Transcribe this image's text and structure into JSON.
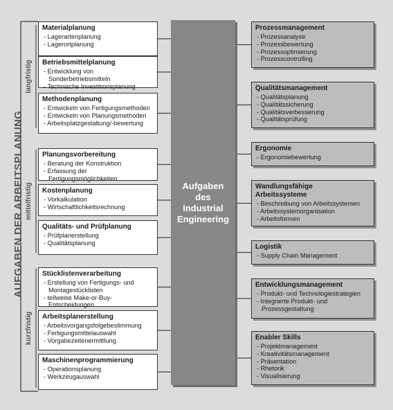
{
  "title": "AUFGABEN DER ARBEITSPLANUNG",
  "periods": {
    "lang": "langfristig",
    "mittel": "mittelfristig",
    "kurz": "kurzfristig"
  },
  "center": "Aufgaben\ndes\nIndustrial\nEngineering",
  "left": [
    {
      "title": "Materialplanung",
      "items": [
        "Lagerartenplanung",
        "Lagerortplanung"
      ]
    },
    {
      "title": "Betriebsmittelplanung",
      "items": [
        "Entwicklung von Sonderbetriebsmitteln",
        "Technische Investitionsplanung"
      ]
    },
    {
      "title": "Methodenplanung",
      "items": [
        "Entwickeln von Fertigungsmethoden",
        "Entwickeln von Planungsmethoden",
        "Arbeitsplatzgestaltung/-bewertung"
      ]
    },
    {
      "title": "Planungsvorbereitung",
      "items": [
        "Beratung der Konstruktion",
        "Erfassung der Fertigungsmöglichkeiten"
      ]
    },
    {
      "title": "Kostenplanung",
      "items": [
        "Vorkalkulation",
        "Wirtschaftlichkeitsrechnung"
      ]
    },
    {
      "title": "Qualitäts- und Prüfplanung",
      "items": [
        "Prüfplanerstellung",
        "Qualitätsplanung"
      ]
    },
    {
      "title": "Stücklistenverarbeitung",
      "items": [
        "Erstellung von Fertigungs- und\nMontagestücklisten",
        "teilweise Make-or-Buy-Entscheidungen"
      ]
    },
    {
      "title": "Arbeitsplanerstellung",
      "items": [
        "Arbeitsvorgangsfolgebestimmung",
        "Fertigungsmittelauswahl",
        "Vorgabezeitenermittlung"
      ]
    },
    {
      "title": "Maschinenprogrammierung",
      "items": [
        "Operationsplanung",
        "Werkzeugauswahl"
      ]
    }
  ],
  "right": [
    {
      "title": "Prozessmanagement",
      "items": [
        "Prozessanalyse",
        "Prozessbewertung",
        "Prozessoptimierung",
        "Prozesscontrolling"
      ]
    },
    {
      "title": "Qualitätsmanagement",
      "items": [
        "Qualitätsplanung",
        "Qualitätssicherung",
        "Qualitätsverbesserung",
        "Qualitätsprüfung"
      ]
    },
    {
      "title": "Ergonomie",
      "items": [
        "Ergonomiebewertung"
      ]
    },
    {
      "title": "Wandlungsfähige\nArbeitssysteme",
      "items": [
        "Beschreibung von Arbeitssystemen",
        "Arbeitssystemorganisation",
        "Arbeitsformen"
      ]
    },
    {
      "title": "Logistik",
      "items": [
        "Supply Chain Management"
      ]
    },
    {
      "title": "Entwicklungsmanagement",
      "items": [
        "Produkt- und Technologiestrategien",
        "Integrierte Produkt- und\nProzessgestaltung"
      ]
    },
    {
      "title": "Enabler Skills",
      "items": [
        "Projektmanagement",
        "Kreativitätsmanagement",
        "Präsentation",
        "Rhetorik",
        "Visualisierung"
      ]
    }
  ]
}
